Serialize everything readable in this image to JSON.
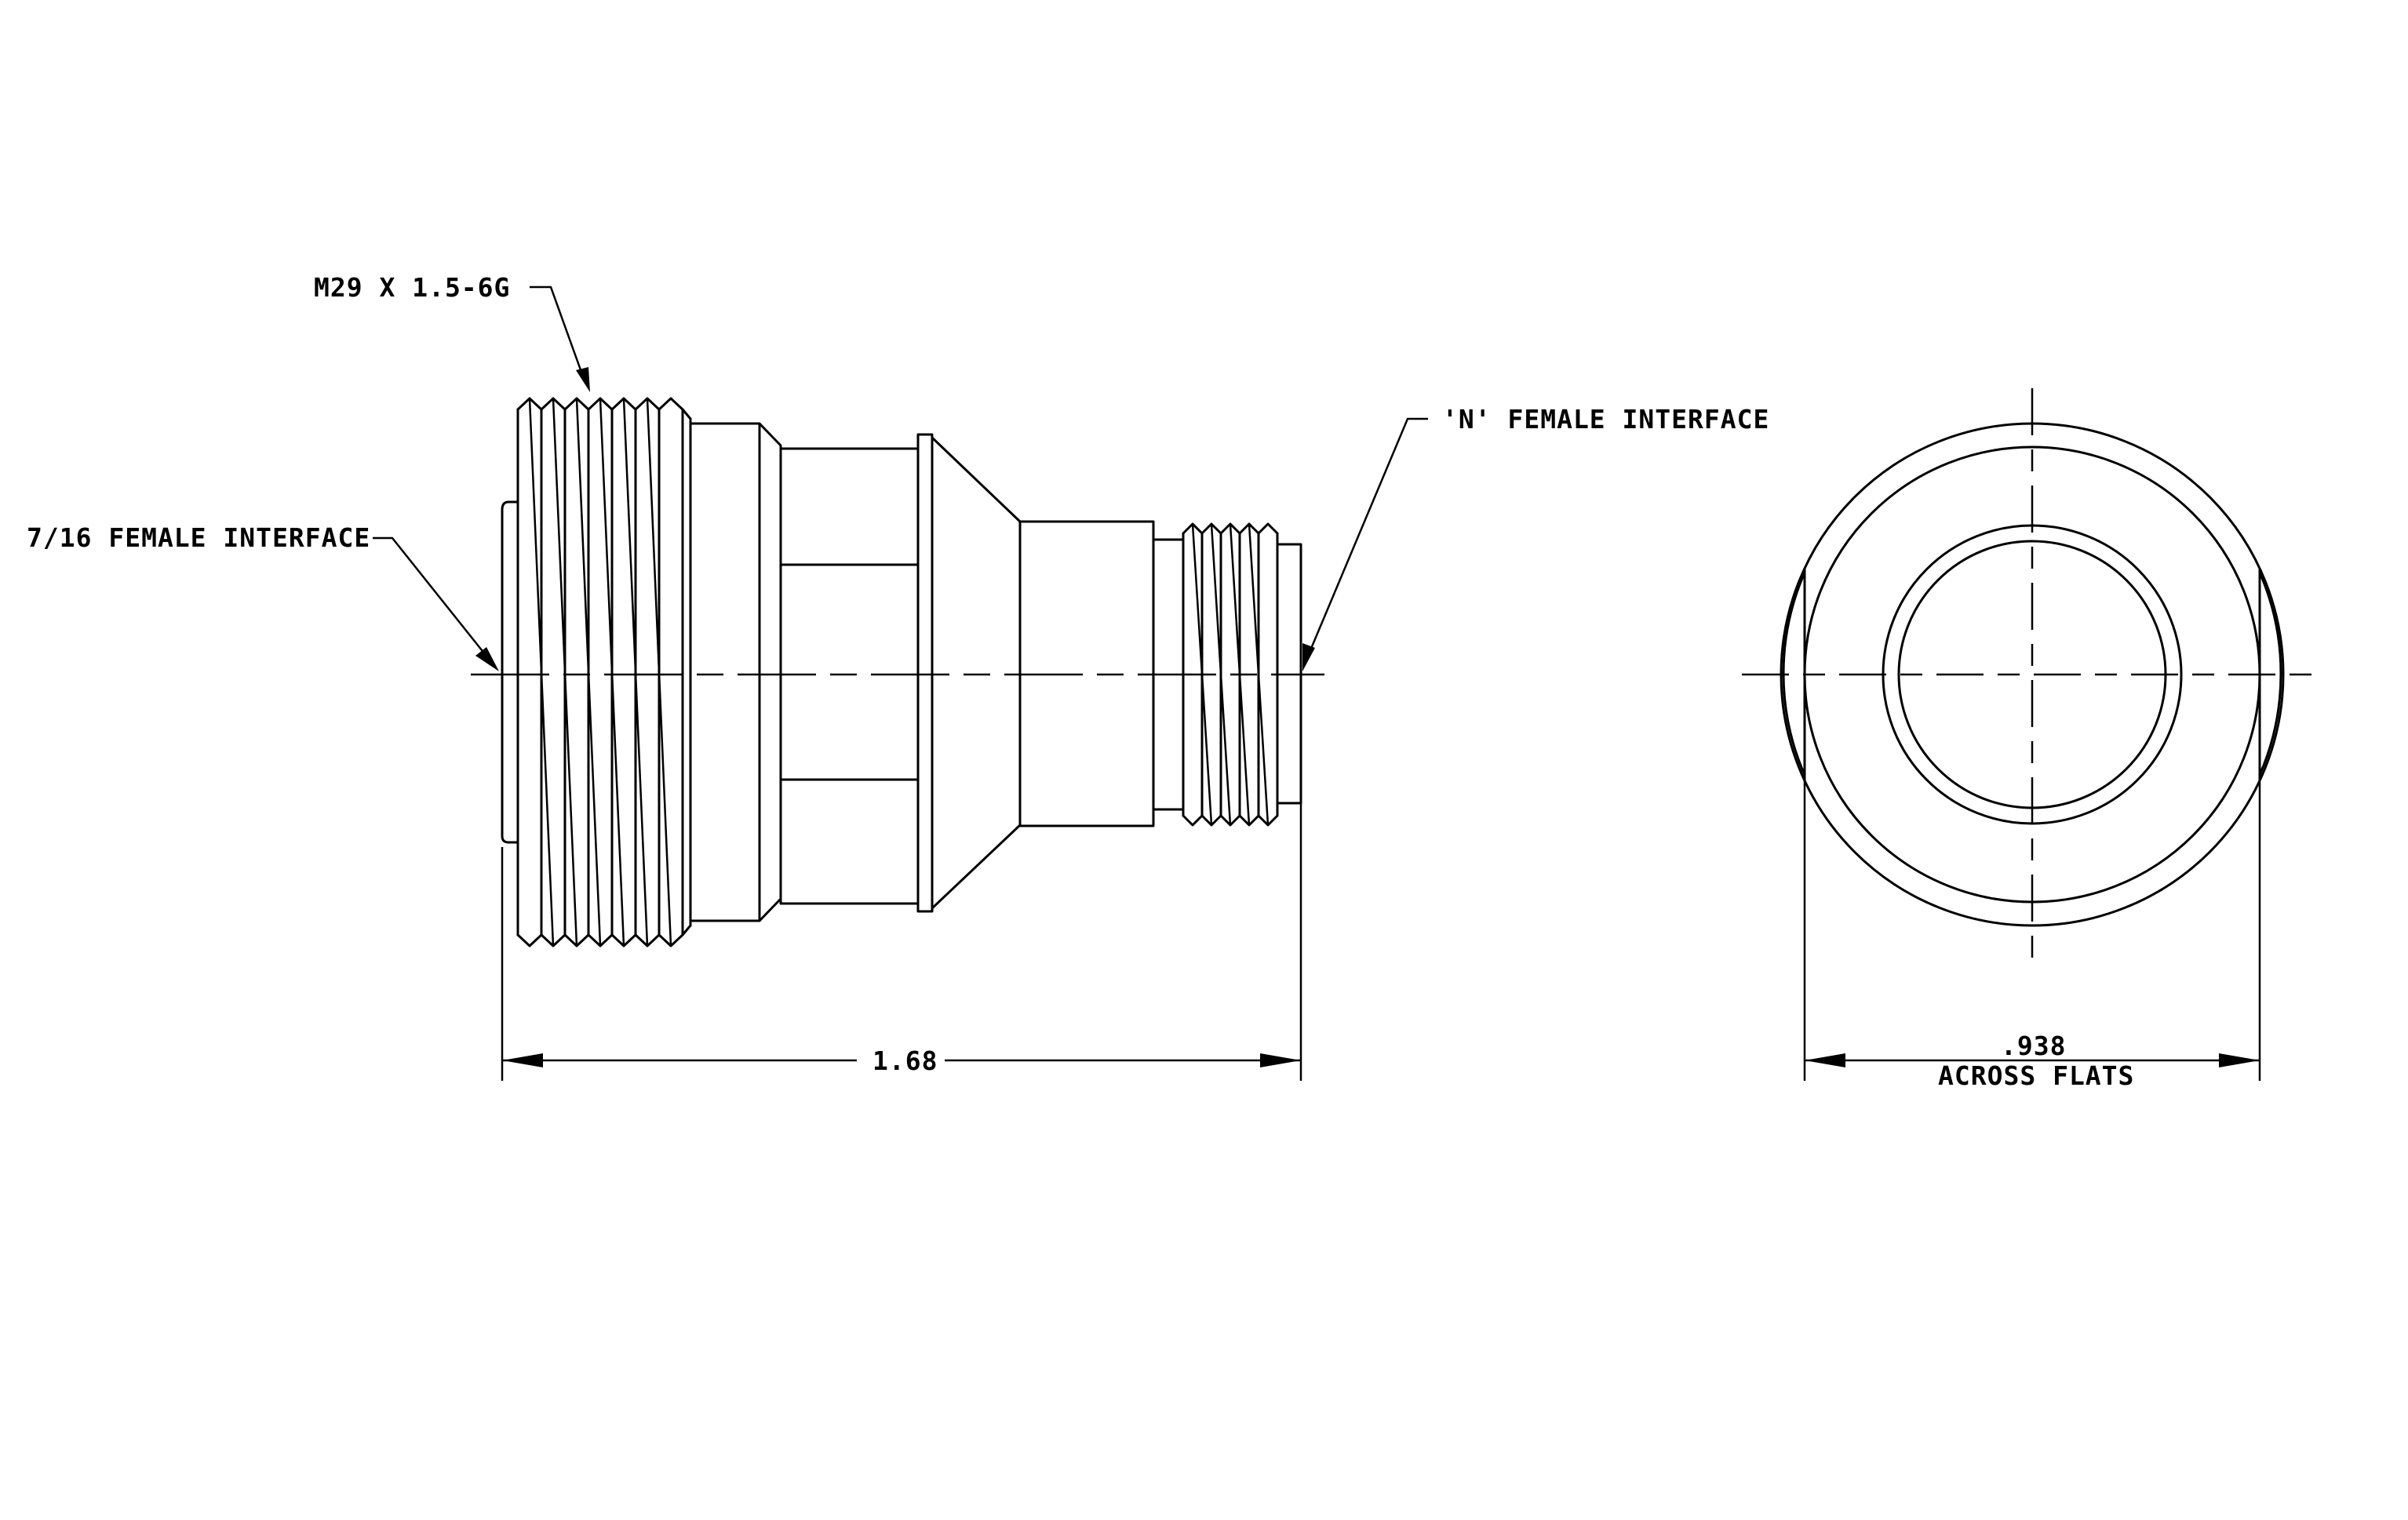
{
  "labels": {
    "thread_callout": "M29 X 1.5-6G",
    "interface_7_16": "7/16 FEMALE INTERFACE",
    "interface_n": "'N' FEMALE INTERFACE",
    "length_dim": "1.68",
    "flats_dim": ".938",
    "flats_note": "ACROSS FLATS"
  }
}
